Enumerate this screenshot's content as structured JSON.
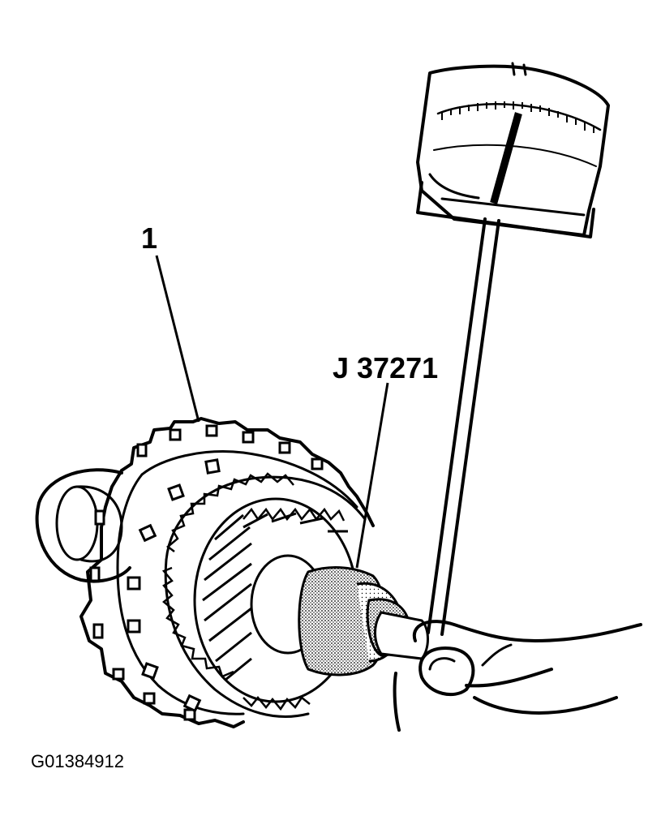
{
  "callouts": {
    "part_number": "1",
    "tool": "J 37271"
  },
  "figure_id": "G01384912",
  "colors": {
    "ink": "#000000",
    "paper": "#ffffff",
    "stipple": "#c8c8c8"
  }
}
